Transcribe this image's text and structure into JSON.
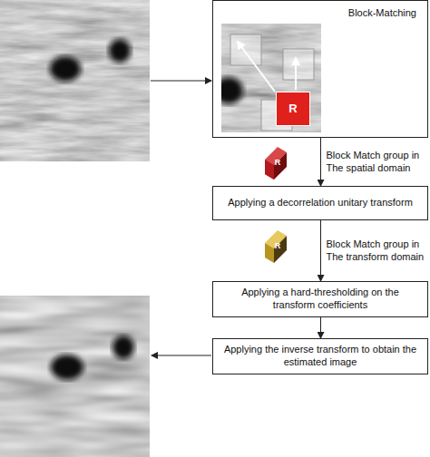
{
  "diagram": {
    "nodes": [
      {
        "text": [
          "Block-Matching"
        ]
      },
      {
        "text": [
          "R"
        ],
        "in": 0
      },
      {
        "text": [
          "Applying a decorrelation unitary transform"
        ]
      },
      {
        "text": [
          "Applying a hard-thresholding on the transform coefficients"
        ]
      },
      {
        "text": [
          "Applying the inverse transform to obtain the estimated image"
        ]
      }
    ],
    "edges": [
      {
        "from": 0,
        "to": 2,
        "arrow": "to",
        "label": "Block Match group in The spatial domain"
      },
      {
        "from": 2,
        "to": 3,
        "arrow": "to",
        "label": "Block Match group in The transform domain"
      },
      {
        "from": 3,
        "to": 4,
        "arrow": "to"
      }
    ],
    "labels": [
      "R",
      "R"
    ]
  }
}
